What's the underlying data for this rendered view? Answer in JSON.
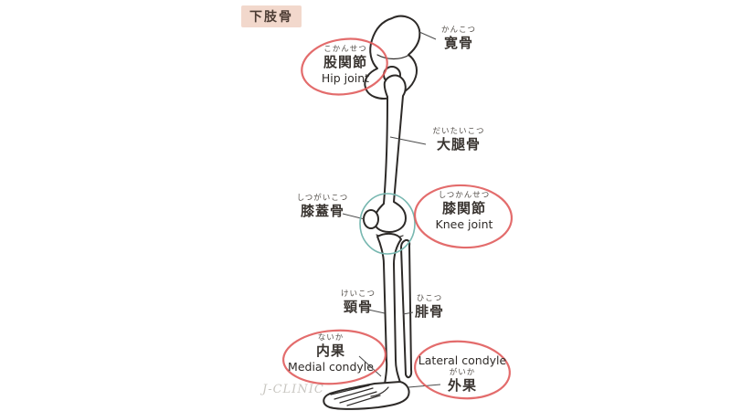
{
  "page": {
    "title_badge": "下肢骨",
    "watermark": "J-CLINIC"
  },
  "labels": {
    "hip_bone": {
      "furigana": "かんこつ",
      "kanji": "寛骨"
    },
    "hip_joint": {
      "furigana": "こかんせつ",
      "kanji": "股関節",
      "english": "Hip joint"
    },
    "femur": {
      "furigana": "だいたいこつ",
      "kanji": "大腿骨"
    },
    "patella": {
      "furigana": "しつがいこつ",
      "kanji": "膝蓋骨"
    },
    "knee_joint": {
      "furigana": "しつかんせつ",
      "kanji": "膝関節",
      "english": "Knee joint"
    },
    "tibia": {
      "furigana": "けいこつ",
      "kanji": "頸骨"
    },
    "fibula": {
      "furigana": "ひこつ",
      "kanji": "腓骨"
    },
    "medial_condyle": {
      "furigana": "ないか",
      "kanji": "内果",
      "english": "Medial condyle"
    },
    "lateral_condyle": {
      "furigana": "がいか",
      "kanji": "外果",
      "english": "Lateral condyle"
    }
  },
  "colors": {
    "highlight_red": "#e05c5c",
    "knee_circle_teal": "#77b7b0",
    "badge_bg": "#f2d8cc",
    "bone_line": "#2d2a28",
    "leader_line": "#4a4a4a",
    "watermark_gray": "#c9c7c2"
  }
}
